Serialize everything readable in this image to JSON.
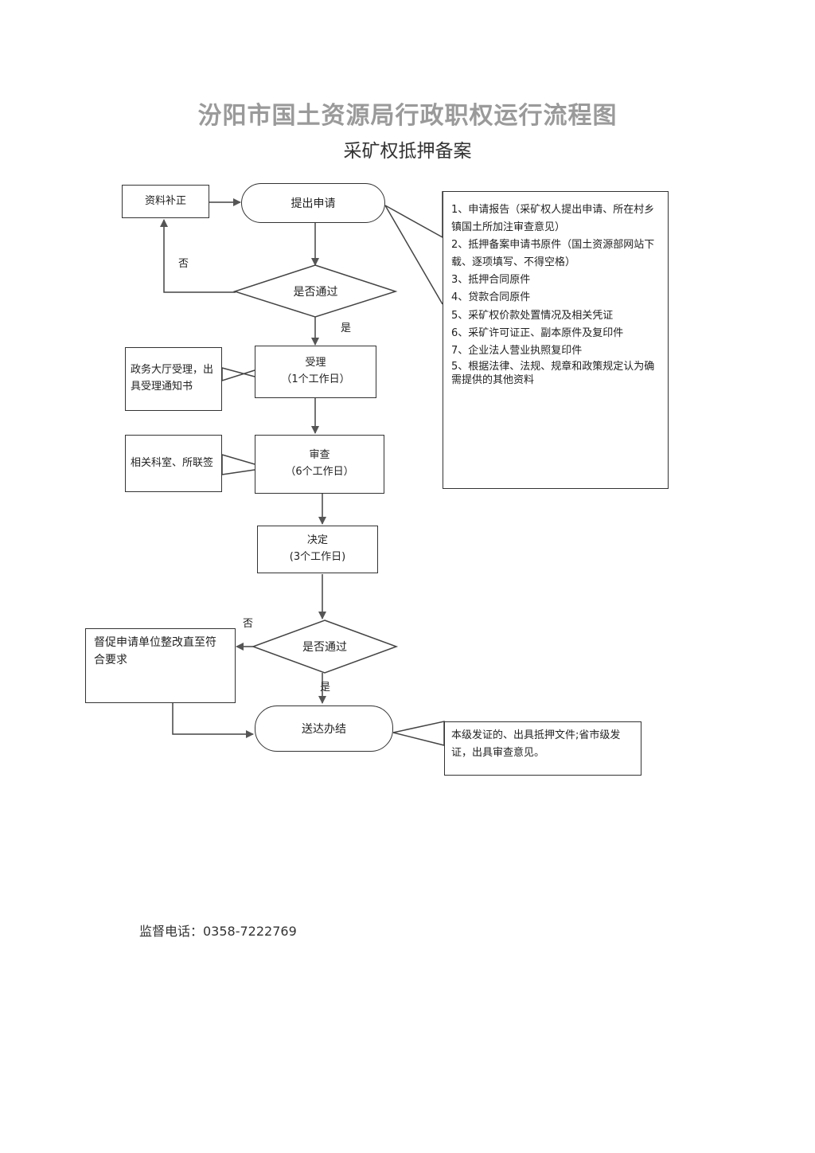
{
  "header": {
    "title": "汾阳市国土资源局行政职权运行流程图",
    "subtitle": "采矿权抵押备案"
  },
  "nodes": {
    "supplement": "资料补正",
    "apply": "提出申请",
    "pass1": "是否通过",
    "accept_title": "受理",
    "accept_days": "（1个工作日）",
    "accept_note": "政务大厅受理，出具受理通知书",
    "review_title": "审查",
    "review_days": "（6个工作日）",
    "review_note": "相关科室、所联签",
    "decide_title": "决定",
    "decide_days": "(3个工作日)",
    "pass2": "是否通过",
    "rectify": "督促申请单位整改直至符合要求",
    "deliver": "送达办结",
    "deliver_note": "本级发证的、出具抵押文件;省市级发证，出具审查意见。"
  },
  "labels": {
    "no1": "否",
    "yes1": "是",
    "no2": "否",
    "yes2": "是"
  },
  "requirements": [
    "1、申请报告（采矿权人提出申请、所在村乡镇国土所加注审查意见）",
    "2、抵押备案申请书原件（国土资源部网站下载、逐项填写、不得空格）",
    "3、抵押合同原件",
    "4、贷款合同原件",
    "5、采矿权价款处置情况及相关凭证",
    "6、采矿许可证正、副本原件及复印件",
    "7、企业法人营业执照复印件",
    "5、根据法律、法规、规章和政策规定认为确需提供的其他资料"
  ],
  "footer": {
    "phone": "监督电话：0358-7222769"
  }
}
